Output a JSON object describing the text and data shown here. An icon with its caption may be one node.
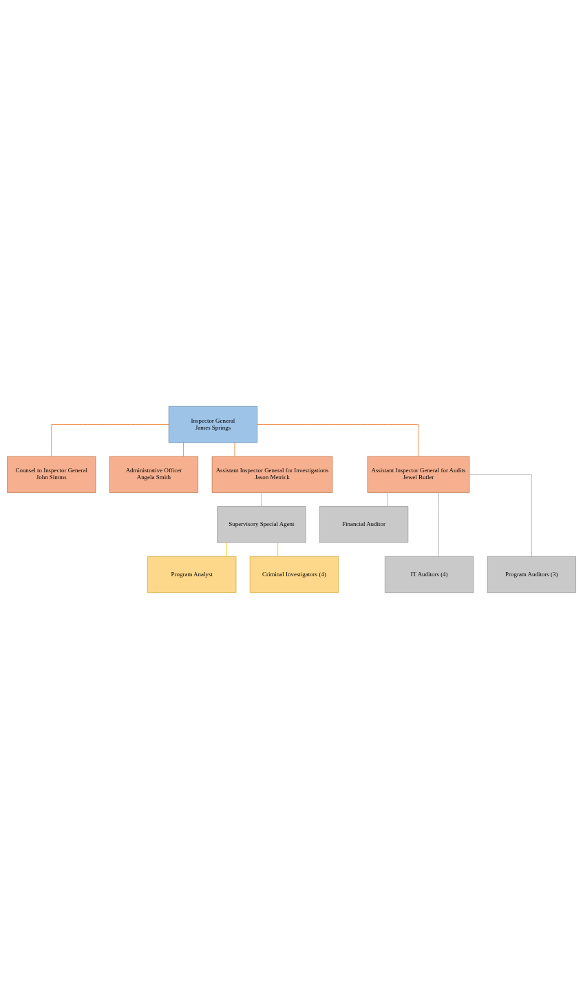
{
  "diagram": {
    "nodes": [
      {
        "text": [
          "Inspector General",
          "James Springs"
        ]
      },
      {
        "text": [
          "Counsel to Inspector General",
          "John Simms"
        ]
      },
      {
        "text": [
          "Administrative Officer",
          "Angela Smith"
        ]
      },
      {
        "text": [
          "Assistant Inspector General for Investigations",
          "Jason Metrick"
        ]
      },
      {
        "text": [
          "Assistant Inspector General for Audits",
          "Jewel Butler"
        ]
      },
      {
        "text": [
          "Supervisory Special Agent"
        ]
      },
      {
        "text": [
          "Financial Auditor"
        ]
      },
      {
        "text": [
          "Program Analyst"
        ]
      },
      {
        "text": [
          "IT Auditors (4)"
        ]
      },
      {
        "text": [
          "Criminal Investigators (4)"
        ]
      },
      {
        "text": [
          "Program Auditors (3)"
        ]
      }
    ],
    "edges": [
      {
        "from": 0,
        "to": 1,
        "arrow": "none",
        "color": "#ed7d31"
      },
      {
        "from": 0,
        "to": 2,
        "arrow": "none",
        "color": "#ed7d31"
      },
      {
        "from": 0,
        "to": 3,
        "arrow": "none",
        "color": "#ed7d31"
      },
      {
        "from": 0,
        "to": 4,
        "arrow": "none",
        "color": "#ed7d31"
      },
      {
        "from": 3,
        "to": 5,
        "arrow": "none",
        "color": "#a5a5a5"
      },
      {
        "from": 4,
        "to": 6,
        "arrow": "none",
        "color": "#a5a5a5"
      },
      {
        "from": 4,
        "to": 8,
        "arrow": "none",
        "color": "#a5a5a5"
      },
      {
        "from": 4,
        "to": 10,
        "arrow": "none",
        "color": "#a5a5a5"
      },
      {
        "from": 5,
        "to": 7,
        "arrow": "none",
        "color": "#ffc000"
      },
      {
        "from": 5,
        "to": 9,
        "arrow": "none",
        "color": "#ffc000"
      }
    ]
  }
}
